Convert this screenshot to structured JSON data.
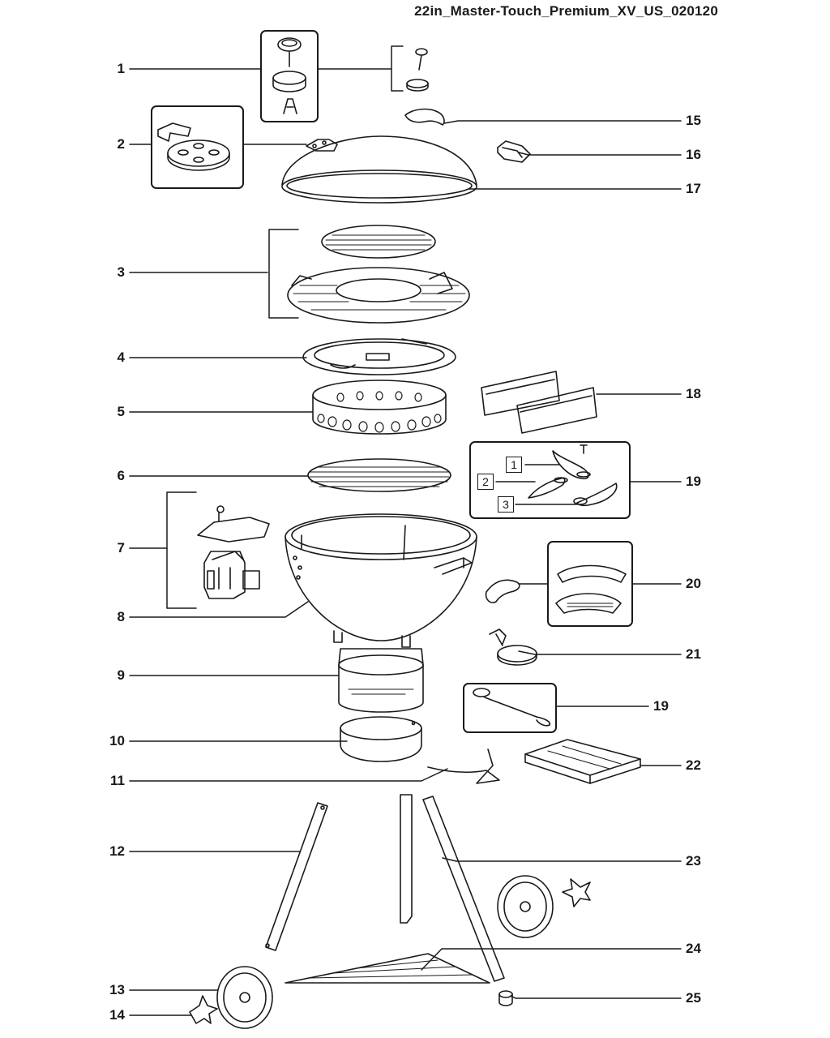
{
  "document": {
    "title": "22in_Master-Touch_Premium_XV_US_020120"
  },
  "callouts": {
    "left": [
      "1",
      "2",
      "3",
      "4",
      "5",
      "6",
      "7",
      "8",
      "9",
      "10",
      "11",
      "12",
      "13",
      "14"
    ],
    "right": [
      "15",
      "16",
      "17",
      "18",
      "19",
      "20",
      "21",
      "19",
      "22",
      "23",
      "24",
      "25"
    ]
  },
  "sub_numbers": [
    "1",
    "2",
    "3"
  ]
}
